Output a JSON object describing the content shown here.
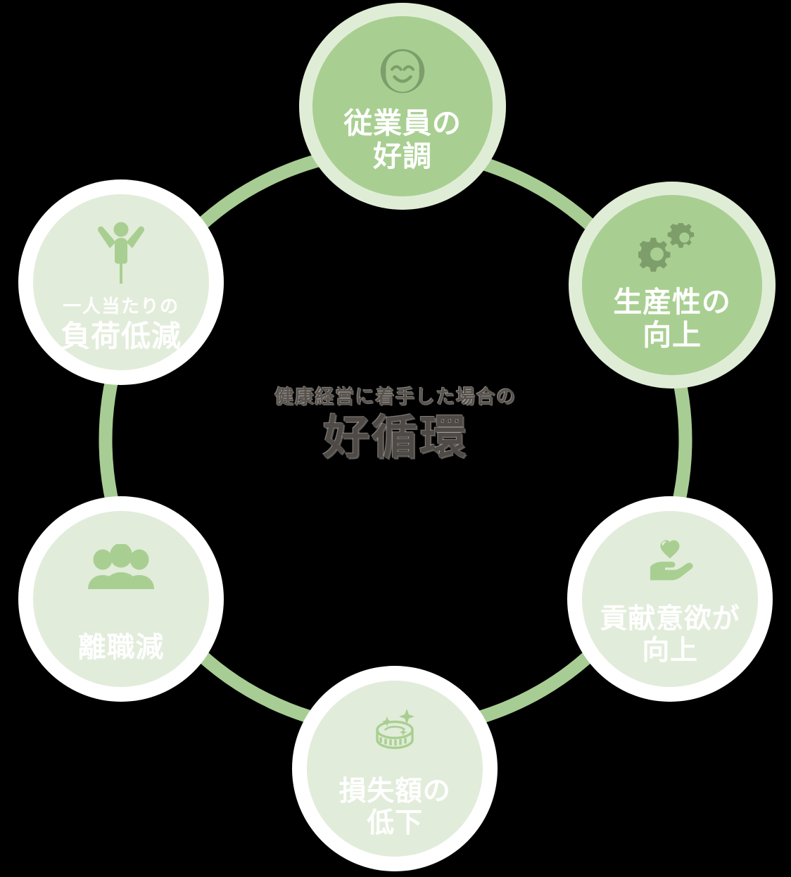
{
  "diagram": {
    "title_sub": "健康経営に着手した場合の",
    "title_main": "好循環",
    "colors": {
      "background": "#000000",
      "dark_node_fill": "#a8cf91",
      "dark_node_ring": "#e0edd6",
      "light_node_fill": "#e2ecda",
      "light_node_ring": "#ffffff",
      "connector": "#a8cd94",
      "dark_icon": "#7d9d6b",
      "light_icon": "#a8cf91",
      "label_text": "#ffffff",
      "center_text": "#4f4a45"
    },
    "nodes": [
      {
        "id": "employee-wellbeing",
        "icon": "smiley-face-icon",
        "sublabel": "",
        "label": "従業員の\n好調",
        "style": "dark"
      },
      {
        "id": "productivity-up",
        "icon": "gears-icon",
        "sublabel": "",
        "label": "生産性の\n向上",
        "style": "dark"
      },
      {
        "id": "contribution-motivation-up",
        "icon": "heart-in-hand-icon",
        "sublabel": "",
        "label": "貢献意欲が\n向上",
        "style": "light"
      },
      {
        "id": "loss-amount-down",
        "icon": "coin-sparkle-icon",
        "sublabel": "",
        "label": "損失額の\n低下",
        "style": "light"
      },
      {
        "id": "turnover-reduction",
        "icon": "people-group-icon",
        "sublabel": "",
        "label": "離職減",
        "style": "light"
      },
      {
        "id": "per-person-load-reduction",
        "icon": "celebrating-person-icon",
        "sublabel": "一人当たりの",
        "label": "負荷低減",
        "style": "light"
      }
    ]
  }
}
